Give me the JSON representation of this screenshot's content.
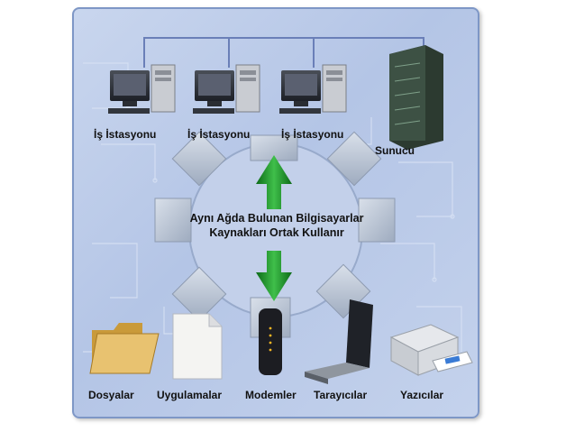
{
  "colors": {
    "panel": "#b9c9e8",
    "border": "#7e97c6",
    "arrow": "#1f8f2a",
    "line": "#6a7fb8"
  },
  "workstations": [
    {
      "label": "İş İstasyonu",
      "icon": "workstation-icon"
    },
    {
      "label": "İş İstasyonu",
      "icon": "workstation-icon"
    },
    {
      "label": "İş İstasyonu",
      "icon": "workstation-icon"
    }
  ],
  "server": {
    "label": "Sunucu",
    "icon": "server-icon"
  },
  "center": {
    "line1": "Aynı Ağda Bulunan Bilgisayarlar",
    "line2": "Kaynakları Ortak Kullanır"
  },
  "resources": [
    {
      "label": "Dosyalar",
      "icon": "folder-icon"
    },
    {
      "label": "Uygulamalar",
      "icon": "document-icon"
    },
    {
      "label": "Modemler",
      "icon": "modem-icon"
    },
    {
      "label": "Tarayıcılar",
      "icon": "scanner-icon"
    },
    {
      "label": "Yazıcılar",
      "icon": "printer-icon"
    }
  ]
}
